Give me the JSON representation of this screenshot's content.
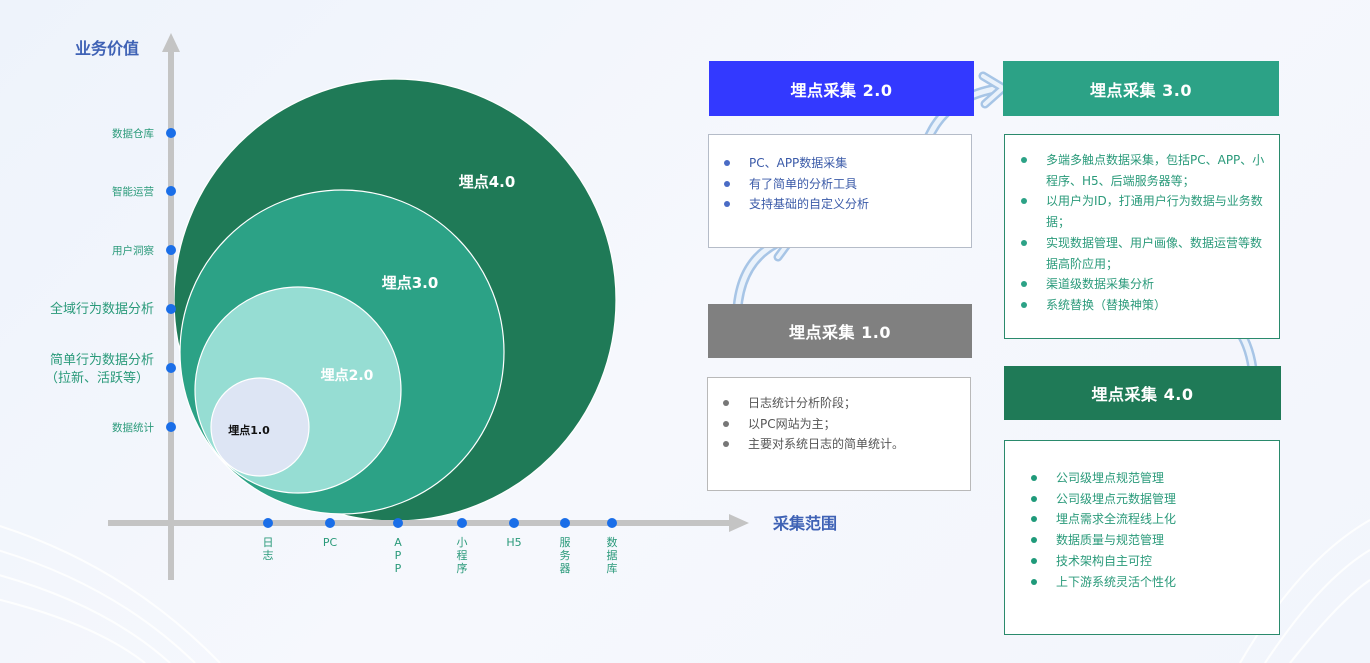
{
  "axes": {
    "y_title": "业务价值",
    "x_title": "采集范围",
    "y_items": [
      {
        "label": "数据仓库",
        "size": "small"
      },
      {
        "label": "智能运营",
        "size": "small"
      },
      {
        "label": "用户洞察",
        "size": "small"
      },
      {
        "label": "全域行为数据分析",
        "size": "large"
      },
      {
        "label": "简单行为数据分析",
        "sub": "（拉新、活跃等）",
        "size": "large"
      },
      {
        "label": "数据统计",
        "size": "small"
      }
    ],
    "x_items": [
      "日志",
      "PC",
      "APP",
      "小程序",
      "H5",
      "服务器",
      "数据库"
    ]
  },
  "circles": [
    {
      "label": "埋点4.0",
      "color": "#1f7a57"
    },
    {
      "label": "埋点3.0",
      "color": "#2ca286"
    },
    {
      "label": "埋点2.0",
      "color": "#96ddd3"
    },
    {
      "label": "埋点1.0",
      "color": "#dde5f4"
    }
  ],
  "cards": {
    "v2": {
      "title": "埋点采集 2.0",
      "color": "#3339ff",
      "dot": "#4a6bc5",
      "text_color": "#3a5aa8",
      "items": [
        "PC、APP数据采集",
        "有了简单的分析工具",
        "支持基础的自定义分析"
      ]
    },
    "v1": {
      "title": "埋点采集 1.0",
      "color": "#808080",
      "dot": "#777777",
      "text_color": "#555555",
      "items": [
        "日志统计分析阶段；",
        "以PC网站为主；",
        "主要对系统日志的简单统计。"
      ]
    },
    "v3": {
      "title": "埋点采集 3.0",
      "color": "#2ca286",
      "dot": "#2ca286",
      "text_color": "#2a9a7a",
      "items": [
        "多端多触点数据采集，包括PC、APP、小程序、H5、后端服务器等；",
        "以用户为ID，打通用户行为数据与业务数据；",
        "实现数据管理、用户画像、数据运营等数据高阶应用；",
        "渠道级数据采集分析",
        "系统替换（替换神策）"
      ]
    },
    "v4": {
      "title": "埋点采集 4.0",
      "color": "#1f7a57",
      "dot": "#1f9a7a",
      "text_color": "#2a9a7a",
      "items": [
        "公司级埋点规范管理",
        "公司级埋点元数据管理",
        "埋点需求全流程线上化",
        "数据质量与规范管理",
        "技术架构自主可控",
        "上下游系统灵活个性化"
      ]
    }
  }
}
